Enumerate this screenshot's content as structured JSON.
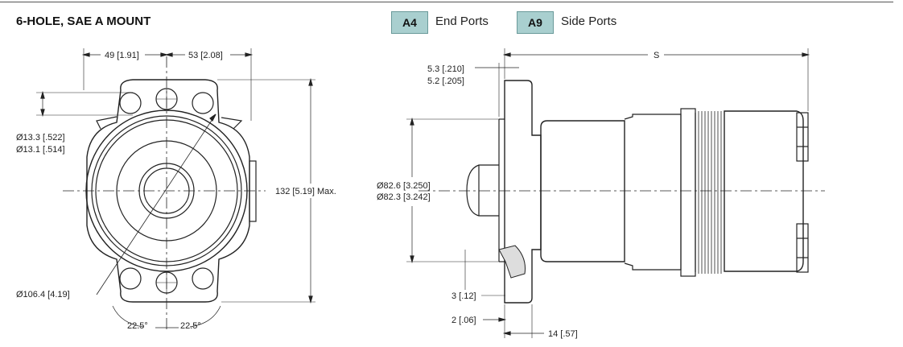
{
  "header": {
    "title": "6-HOLE, SAE A MOUNT",
    "options": [
      {
        "code": "A4",
        "label": "End Ports"
      },
      {
        "code": "A9",
        "label": "Side Ports"
      }
    ]
  },
  "front_view": {
    "dim_left": "49 [1.91]",
    "dim_right": "53 [2.08]",
    "hole_dia_1": "Ø13.3 [.522]",
    "hole_dia_2": "Ø13.1 [.514]",
    "height": "132 [5.19] Max.",
    "bolt_circle": "Ø106.4 [4.19]",
    "angle_left": "22.5°",
    "angle_right": "22.5°"
  },
  "side_view": {
    "overall": "S",
    "flange_1": "5.3 [.210]",
    "flange_2": "5.2 [.205]",
    "pilot_1": "Ø82.6 [3.250]",
    "pilot_2": "Ø82.3 [3.242]",
    "dim_3": "3 [.12]",
    "dim_2": "2 [.06]",
    "dim_14": "14 [.57]"
  },
  "colors": {
    "badge_fill": "#a9cfcf",
    "line": "#222222"
  }
}
